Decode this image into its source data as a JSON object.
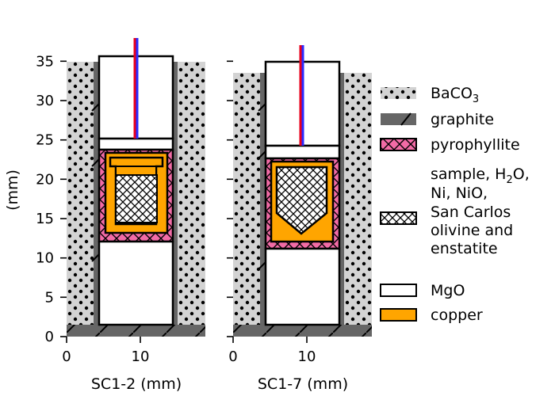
{
  "y_axis": {
    "label": "(mm)",
    "ticks": [
      "0",
      "5",
      "10",
      "15",
      "20",
      "25",
      "30",
      "35"
    ]
  },
  "panels": [
    {
      "xlabel": "SC1-2 (mm)",
      "xticks": [
        "0",
        "10"
      ]
    },
    {
      "xlabel": "SC1-7 (mm)",
      "xticks": [
        "0",
        "10"
      ]
    }
  ],
  "legend": {
    "baco3": {
      "base": "BaCO",
      "sub": "3"
    },
    "graphite": "graphite",
    "pyrophyllite": "pyrophyllite",
    "sample": {
      "line1_pre": "sample, H",
      "line1_sub": "2",
      "line1_post": "O,",
      "line2": "Ni, NiO,",
      "line3": "San Carlos",
      "line4": "olivine and",
      "line5": "enstatite"
    },
    "mgo": "MgO",
    "copper": "copper"
  },
  "colors": {
    "baco3_fill": "#d3d3d3",
    "graphite_fill": "#666666",
    "pyrophyllite_fill": "#f26ba6",
    "copper_fill": "#ffa500",
    "mgo_fill": "#ffffff",
    "thermocouple_red": "#e8001c",
    "thermocouple_blue": "#2a2aff"
  }
}
